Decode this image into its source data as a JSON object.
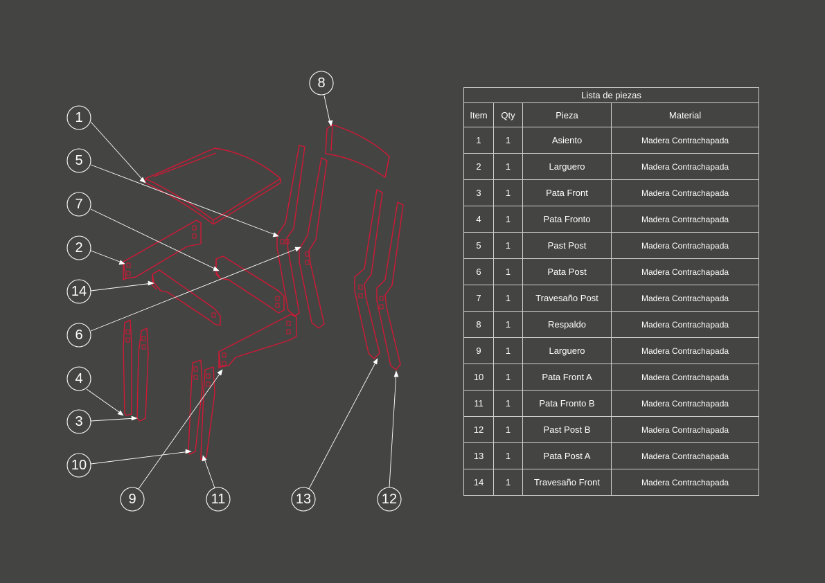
{
  "bom": {
    "title": "Lista de piezas",
    "headers": {
      "item": "Item",
      "qty": "Qty",
      "piece": "Pieza",
      "material": "Material"
    },
    "rows": [
      {
        "item": "1",
        "qty": "1",
        "piece": "Asiento",
        "material": "Madera Contrachapada"
      },
      {
        "item": "2",
        "qty": "1",
        "piece": "Larguero",
        "material": "Madera Contrachapada"
      },
      {
        "item": "3",
        "qty": "1",
        "piece": "Pata Front",
        "material": "Madera Contrachapada"
      },
      {
        "item": "4",
        "qty": "1",
        "piece": "Pata Fronto",
        "material": "Madera Contrachapada"
      },
      {
        "item": "5",
        "qty": "1",
        "piece": "Past Post",
        "material": "Madera Contrachapada"
      },
      {
        "item": "6",
        "qty": "1",
        "piece": "Pata Post",
        "material": "Madera Contrachapada"
      },
      {
        "item": "7",
        "qty": "1",
        "piece": "Travesaño Post",
        "material": "Madera Contrachapada"
      },
      {
        "item": "8",
        "qty": "1",
        "piece": "Respaldo",
        "material": "Madera Contrachapada"
      },
      {
        "item": "9",
        "qty": "1",
        "piece": "Larguero",
        "material": "Madera Contrachapada"
      },
      {
        "item": "10",
        "qty": "1",
        "piece": "Pata Front A",
        "material": "Madera Contrachapada"
      },
      {
        "item": "11",
        "qty": "1",
        "piece": "Pata Fronto B",
        "material": "Madera Contrachapada"
      },
      {
        "item": "12",
        "qty": "1",
        "piece": "Past Post B",
        "material": "Madera Contrachapada"
      },
      {
        "item": "13",
        "qty": "1",
        "piece": "Pata Post A",
        "material": "Madera Contrachapada"
      },
      {
        "item": "14",
        "qty": "1",
        "piece": "Travesaño Front",
        "material": "Madera Contrachapada"
      }
    ]
  },
  "balloons": [
    "1",
    "5",
    "7",
    "2",
    "14",
    "6",
    "4",
    "3",
    "10",
    "9",
    "11",
    "8",
    "13",
    "12"
  ],
  "colors": {
    "background": "#444443",
    "part_line": "#d01935",
    "annotation": "#ffffff"
  }
}
